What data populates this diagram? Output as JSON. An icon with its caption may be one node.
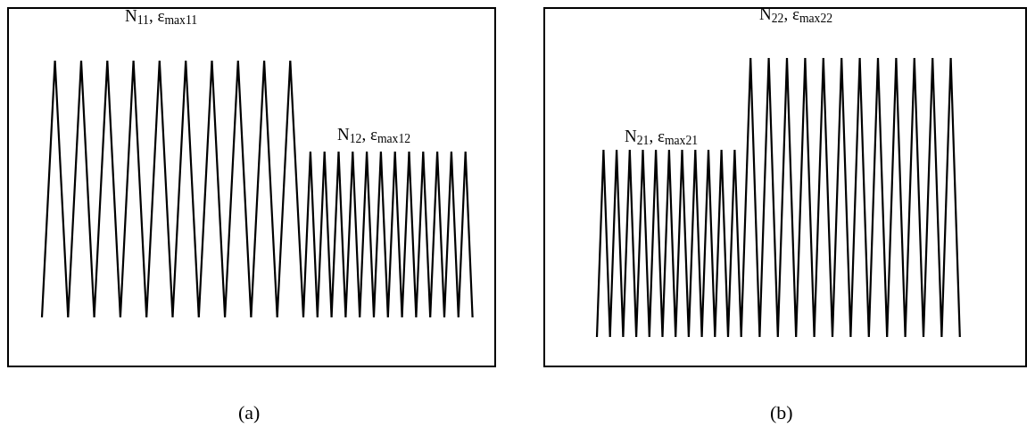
{
  "diagram": {
    "labels": [
      "N$_{11}$, ε$_{max11}$",
      "N$_{12}$, ε$_{max12}$",
      "N$_{21}$, ε$_{max21}$",
      "N$_{22}$, ε$_{max22}$",
      "(a)",
      "(b)"
    ]
  }
}
